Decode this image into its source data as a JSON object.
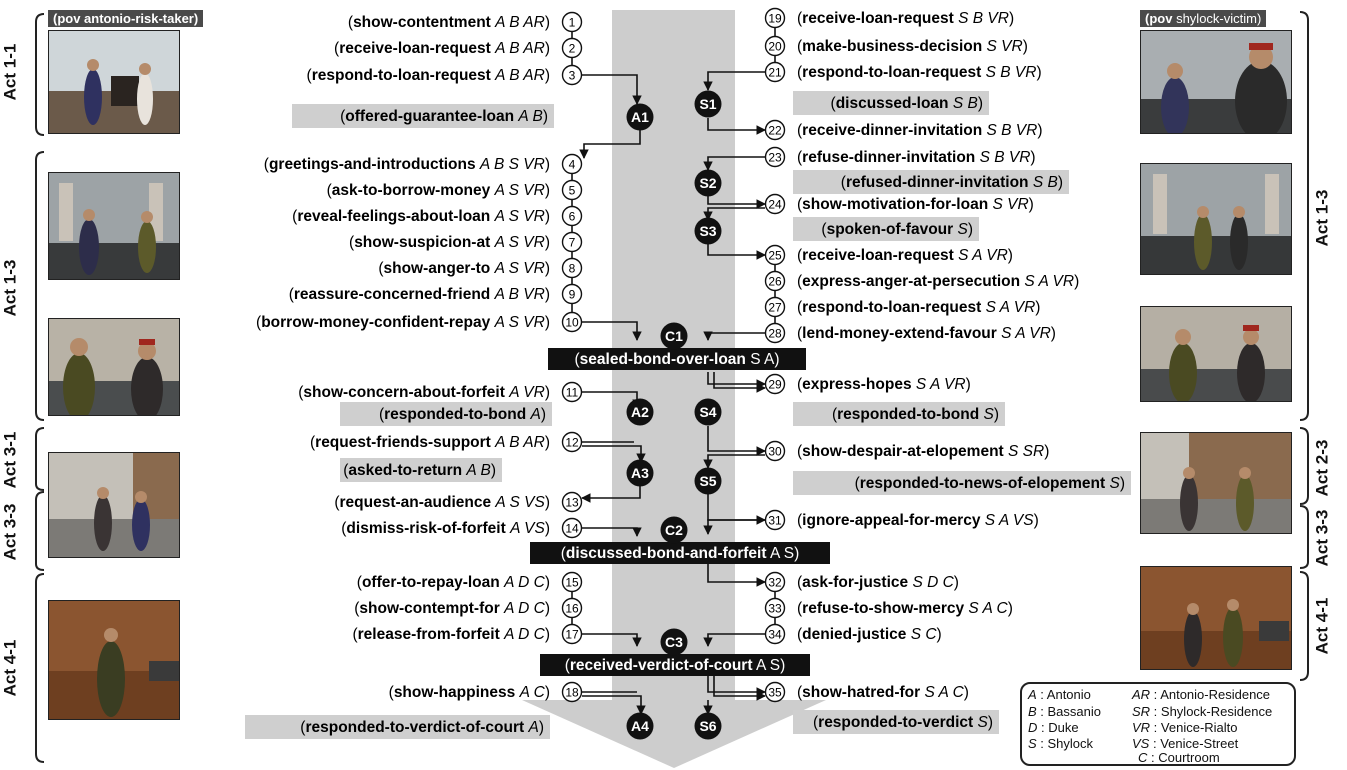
{
  "povs": {
    "left": "(pov antonio-risk-taker)",
    "right_prefix": "(pov",
    "right_value": "shylock-victim)"
  },
  "acts": {
    "left": [
      "Act 1-1",
      "Act 1-3",
      "Act 3-1",
      "Act 3-3",
      "Act 4-1"
    ],
    "right": [
      "Act 1-3",
      "Act 2-3",
      "Act 3-3",
      "Act 4-1"
    ]
  },
  "left_actions": [
    {
      "num": "1",
      "name": "show-contentment",
      "args": "A B AR"
    },
    {
      "num": "2",
      "name": "receive-loan-request",
      "args": "A B AR"
    },
    {
      "num": "3",
      "name": "respond-to-loan-request",
      "args": "A B AR"
    },
    {
      "num": "4",
      "name": "greetings-and-introductions",
      "args": "A B S VR"
    },
    {
      "num": "5",
      "name": "ask-to-borrow-money",
      "args": "A S VR"
    },
    {
      "num": "6",
      "name": "reveal-feelings-about-loan",
      "args": "A S VR"
    },
    {
      "num": "7",
      "name": "show-suspicion-at",
      "args": "A S VR"
    },
    {
      "num": "8",
      "name": "show-anger-to",
      "args": "A S VR"
    },
    {
      "num": "9",
      "name": "reassure-concerned-friend",
      "args": "A B VR"
    },
    {
      "num": "10",
      "name": "borrow-money-confident-repay",
      "args": "A S VR"
    },
    {
      "num": "11",
      "name": "show-concern-about-forfeit",
      "args": "A VR"
    },
    {
      "num": "12",
      "name": "request-friends-support",
      "args": "A B AR"
    },
    {
      "num": "13",
      "name": "request-an-audience",
      "args": "A S VS"
    },
    {
      "num": "14",
      "name": "dismiss-risk-of-forfeit",
      "args": "A VS"
    },
    {
      "num": "15",
      "name": "offer-to-repay-loan",
      "args": "A D C"
    },
    {
      "num": "16",
      "name": "show-contempt-for",
      "args": "A D C"
    },
    {
      "num": "17",
      "name": "release-from-forfeit",
      "args": "A D C"
    },
    {
      "num": "18",
      "name": "show-happiness",
      "args": "A C"
    }
  ],
  "right_actions": [
    {
      "num": "19",
      "name": "receive-loan-request",
      "args": "S B VR"
    },
    {
      "num": "20",
      "name": "make-business-decision",
      "args": "S VR"
    },
    {
      "num": "21",
      "name": "respond-to-loan-request",
      "args": "S B VR"
    },
    {
      "num": "22",
      "name": "receive-dinner-invitation",
      "args": "S B VR"
    },
    {
      "num": "23",
      "name": "refuse-dinner-invitation",
      "args": "S B VR"
    },
    {
      "num": "24",
      "name": "show-motivation-for-loan",
      "args": "S VR"
    },
    {
      "num": "25",
      "name": "receive-loan-request",
      "args": "S A VR"
    },
    {
      "num": "26",
      "name": "express-anger-at-persecution",
      "args": "S A VR"
    },
    {
      "num": "27",
      "name": "respond-to-loan-request",
      "args": "S A VR"
    },
    {
      "num": "28",
      "name": "lend-money-extend-favour",
      "args": "S A VR"
    },
    {
      "num": "29",
      "name": "express-hopes",
      "args": "S A VR"
    },
    {
      "num": "30",
      "name": "show-despair-at-elopement",
      "args": "S SR"
    },
    {
      "num": "31",
      "name": "ignore-appeal-for-mercy",
      "args": "S A VS"
    },
    {
      "num": "32",
      "name": "ask-for-justice",
      "args": "S D C"
    },
    {
      "num": "33",
      "name": "refuse-to-show-mercy",
      "args": "S A C"
    },
    {
      "num": "34",
      "name": "denied-justice",
      "args": "S C"
    },
    {
      "num": "35",
      "name": "show-hatred-for",
      "args": "S A C"
    }
  ],
  "left_states": [
    {
      "name": "offered-guarantee-loan",
      "args": "A B"
    },
    {
      "name": "responded-to-bond",
      "args": "A"
    },
    {
      "name": "asked-to-return",
      "args": "A B"
    },
    {
      "name": "responded-to-verdict-of-court",
      "args": "A"
    }
  ],
  "right_states": [
    {
      "name": "discussed-loan",
      "args": "S B"
    },
    {
      "name": "refused-dinner-invitation",
      "args": "S B"
    },
    {
      "name": "spoken-of-favour",
      "args": "S"
    },
    {
      "name": "responded-to-bond",
      "args": "S"
    },
    {
      "name": "responded-to-news-of-elopement",
      "args": "S"
    },
    {
      "name": "responded-to-verdict",
      "args": "S"
    }
  ],
  "shared_states": [
    {
      "name": "sealed-bond-over-loan",
      "args": "S A"
    },
    {
      "name": "discussed-bond-and-forfeit",
      "args": "A S"
    },
    {
      "name": "received-verdict-of-court",
      "args": "A S"
    }
  ],
  "nodes": {
    "left": [
      "A1",
      "A2",
      "A3",
      "A4"
    ],
    "right": [
      "S1",
      "S2",
      "S3",
      "S4",
      "S5",
      "S6"
    ],
    "center": [
      "C1",
      "C2",
      "C3"
    ]
  },
  "legend": [
    {
      "code": "A",
      "text": "Antonio"
    },
    {
      "code": "B",
      "text": "Bassanio"
    },
    {
      "code": "D",
      "text": "Duke"
    },
    {
      "code": "S",
      "text": "Shylock"
    },
    {
      "code": "AR",
      "text": "Antonio-Residence"
    },
    {
      "code": "SR",
      "text": "Shylock-Residence"
    },
    {
      "code": "VR",
      "text": "Venice-Rialto"
    },
    {
      "code": "VS",
      "text": "Venice-Street"
    },
    {
      "code": "C",
      "text": "Courtroom"
    }
  ]
}
